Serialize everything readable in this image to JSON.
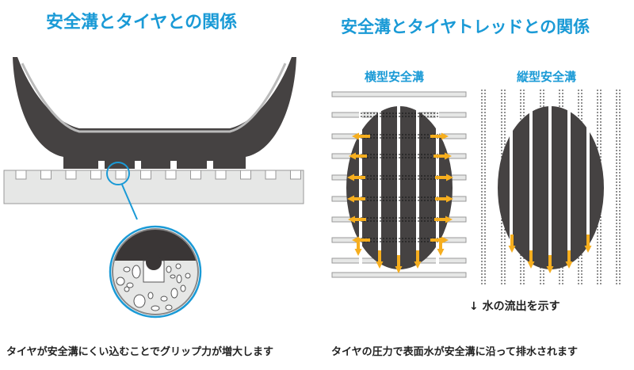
{
  "left": {
    "title": "安全溝とタイヤとの関係",
    "caption": "タイヤが安全溝にくい込むことでグリップ力が増大します"
  },
  "right": {
    "title": "安全溝とタイヤトレッドとの関係",
    "horizontal_label": "横型安全溝",
    "vertical_label": "縦型安全溝",
    "legend": "↓ 水の流出を示す",
    "caption": "タイヤの圧力で表面水が安全溝に沿って排水されます"
  },
  "colors": {
    "accent": "#1a9ad6",
    "tire": "#454242",
    "road": "#e6e7e6",
    "water": "#f6ae1e"
  }
}
